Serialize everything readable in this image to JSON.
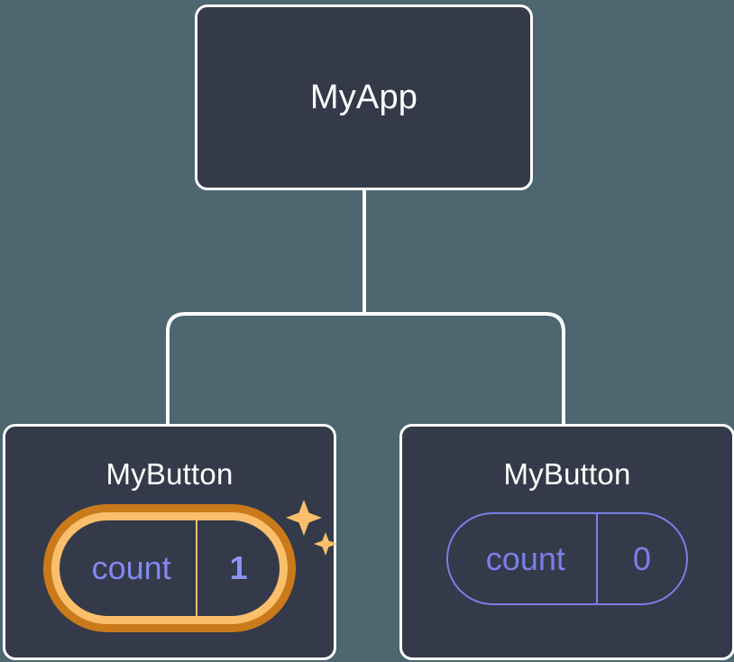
{
  "canvas": {
    "background_color": "#4d6670",
    "node_fill_color": "#343a49",
    "node_border_color": "#ffffff",
    "connector_color": "#ffffff",
    "accent_highlight_outer": "#cb7a1b",
    "accent_highlight_inner": "#fbbf6b",
    "state_text_color": "#7b7fe8",
    "state_value_highlight_color": "#8b93f5"
  },
  "tree": {
    "root": {
      "title": "MyApp"
    },
    "children": [
      {
        "title": "MyButton",
        "state": {
          "key": "count",
          "value": "1"
        },
        "highlighted": true,
        "sparkle_icon": "sparkles-icon"
      },
      {
        "title": "MyButton",
        "state": {
          "key": "count",
          "value": "0"
        },
        "highlighted": false
      }
    ]
  }
}
